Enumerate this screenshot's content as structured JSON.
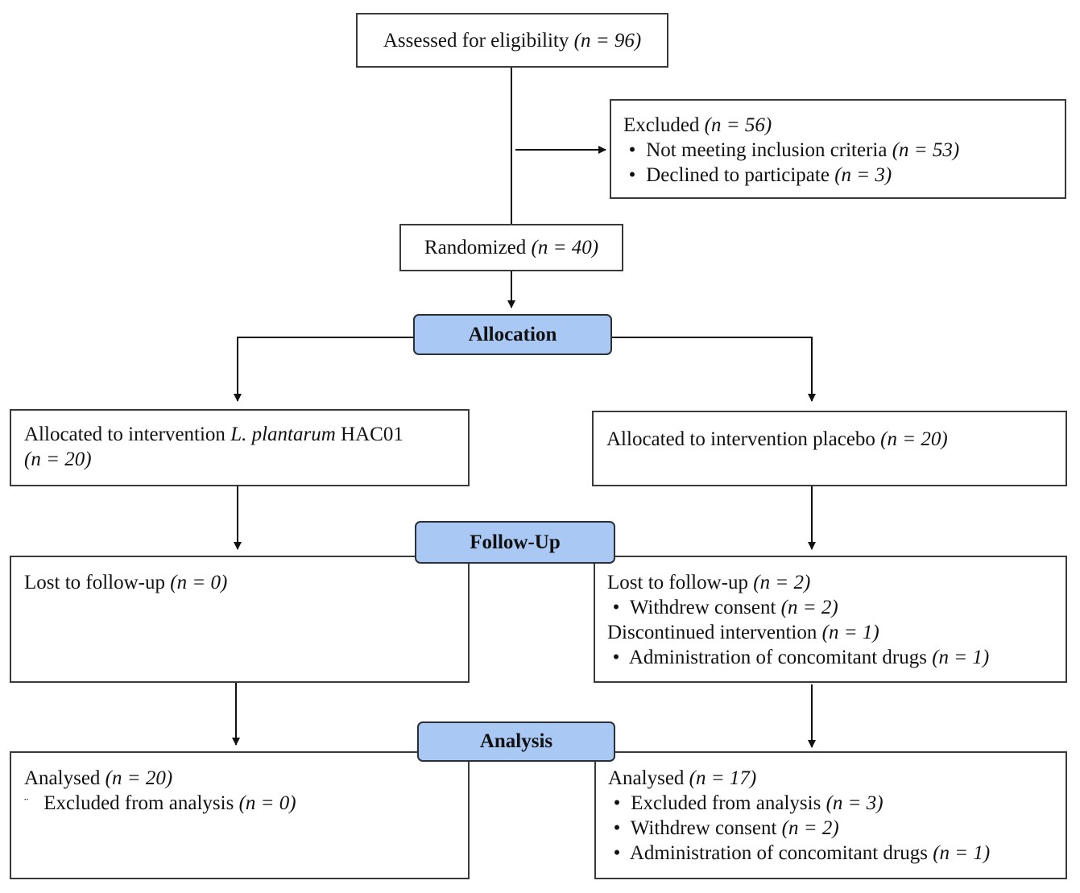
{
  "assessed": {
    "label": "Assessed for eligibility",
    "n": "(n = 96)"
  },
  "excluded": {
    "label": "Excluded",
    "n": "(n = 56)",
    "items": [
      {
        "text": "Not meeting inclusion criteria",
        "n": "(n = 53)"
      },
      {
        "text": "Declined to participate",
        "n": "(n = 3)"
      }
    ]
  },
  "randomized": {
    "label": "Randomized",
    "n": "(n = 40)"
  },
  "stages": {
    "allocation": "Allocation",
    "followup": "Follow-Up",
    "analysis": "Analysis"
  },
  "left": {
    "allocated": {
      "prefix": "Allocated to intervention",
      "species": "L. plantarum",
      "strain": "HAC01",
      "n": "(n = 20)"
    },
    "lost": {
      "text": "Lost to follow-up",
      "n": "(n = 0)"
    },
    "analysed": {
      "text": "Analysed",
      "n": "(n = 20)",
      "excluded_marker": "¨",
      "excluded_text": "Excluded from analysis",
      "excluded_n": "(n = 0)"
    }
  },
  "right": {
    "allocated": {
      "text": "Allocated to intervention placebo",
      "n": "(n = 20)"
    },
    "lost": {
      "text": "Lost to follow-up",
      "n": "(n = 2)",
      "withdrew": {
        "text": "Withdrew consent",
        "n": "(n = 2)"
      },
      "discontinued": {
        "text": "Discontinued intervention",
        "n": "(n = 1)"
      },
      "concomitant": {
        "text": "Administration of concomitant drugs",
        "n": "(n = 1)"
      }
    },
    "analysed": {
      "text": "Analysed",
      "n": "(n = 17)",
      "items": [
        {
          "text": "Excluded from analysis",
          "n": "(n = 3)"
        },
        {
          "text": "Withdrew consent",
          "n": "(n = 2)"
        },
        {
          "text": "Administration of concomitant drugs",
          "n": "(n = 1)"
        }
      ]
    }
  },
  "bullet_char": "•"
}
